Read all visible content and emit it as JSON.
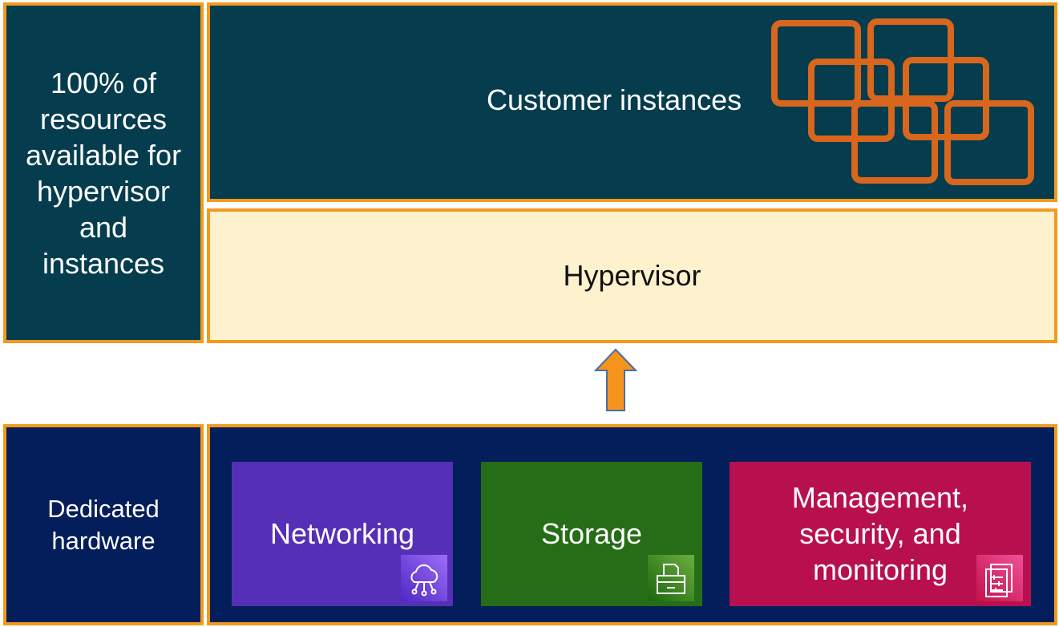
{
  "left_panel_top": {
    "text": "100% of resources available for hypervisor and instances"
  },
  "customer_instances": {
    "label": "Customer instances",
    "icon": "instances-icon"
  },
  "hypervisor": {
    "label": "Hypervisor"
  },
  "arrow": {
    "direction": "up",
    "fill": "#f7941d",
    "stroke": "#4a6fa5"
  },
  "left_panel_bottom": {
    "line1": "Dedicated",
    "line2": "hardware"
  },
  "hardware_tiles": {
    "networking": {
      "label": "Networking",
      "icon": "cloud-network-icon",
      "color": "#5530b6"
    },
    "storage": {
      "label": "Storage",
      "icon": "storage-icon",
      "color": "#256d16"
    },
    "management": {
      "line1": "Management,",
      "line2": "security, and",
      "line3": "monitoring",
      "icon": "management-icon",
      "color": "#b8104f"
    }
  },
  "colors": {
    "border": "#f39a1e",
    "dark_teal": "#053c4e",
    "navy": "#041e5c",
    "cream": "#fef1cd",
    "icon_orange": "#d8661c"
  }
}
